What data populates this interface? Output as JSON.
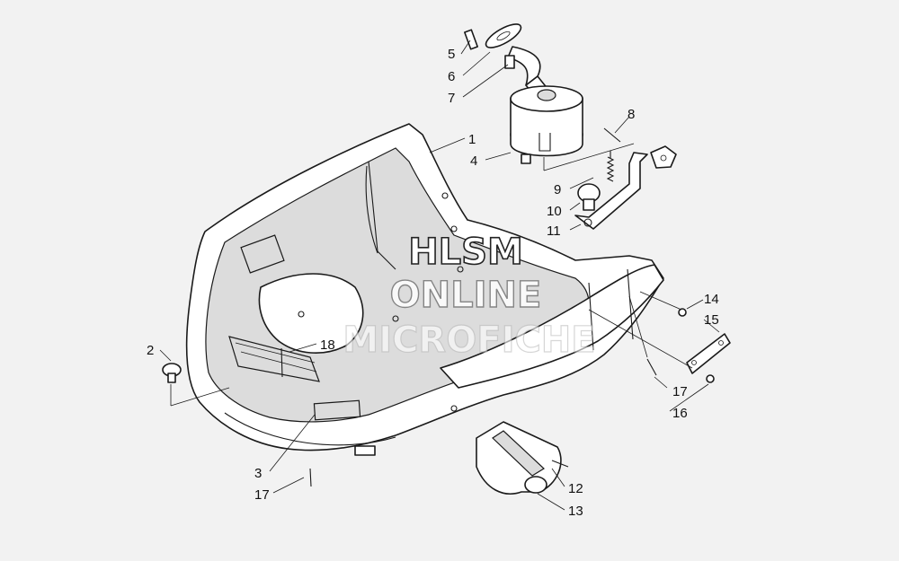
{
  "watermark": {
    "line1": "HLSM",
    "line2": "ONLINE",
    "line3": "MICROFICHE"
  },
  "callouts": [
    {
      "id": "c1",
      "text": "1"
    },
    {
      "id": "c2",
      "text": "2"
    },
    {
      "id": "c3",
      "text": "3"
    },
    {
      "id": "c4",
      "text": "4"
    },
    {
      "id": "c5",
      "text": "5"
    },
    {
      "id": "c6",
      "text": "6"
    },
    {
      "id": "c7",
      "text": "7"
    },
    {
      "id": "c8",
      "text": "8"
    },
    {
      "id": "c9",
      "text": "9"
    },
    {
      "id": "c10",
      "text": "10"
    },
    {
      "id": "c11",
      "text": "11"
    },
    {
      "id": "c12",
      "text": "12"
    },
    {
      "id": "c13",
      "text": "13"
    },
    {
      "id": "c14",
      "text": "14"
    },
    {
      "id": "c15",
      "text": "15"
    },
    {
      "id": "c16",
      "text": "16"
    },
    {
      "id": "c17a",
      "text": "17"
    },
    {
      "id": "c17b",
      "text": "17"
    },
    {
      "id": "c18",
      "text": "18"
    }
  ]
}
